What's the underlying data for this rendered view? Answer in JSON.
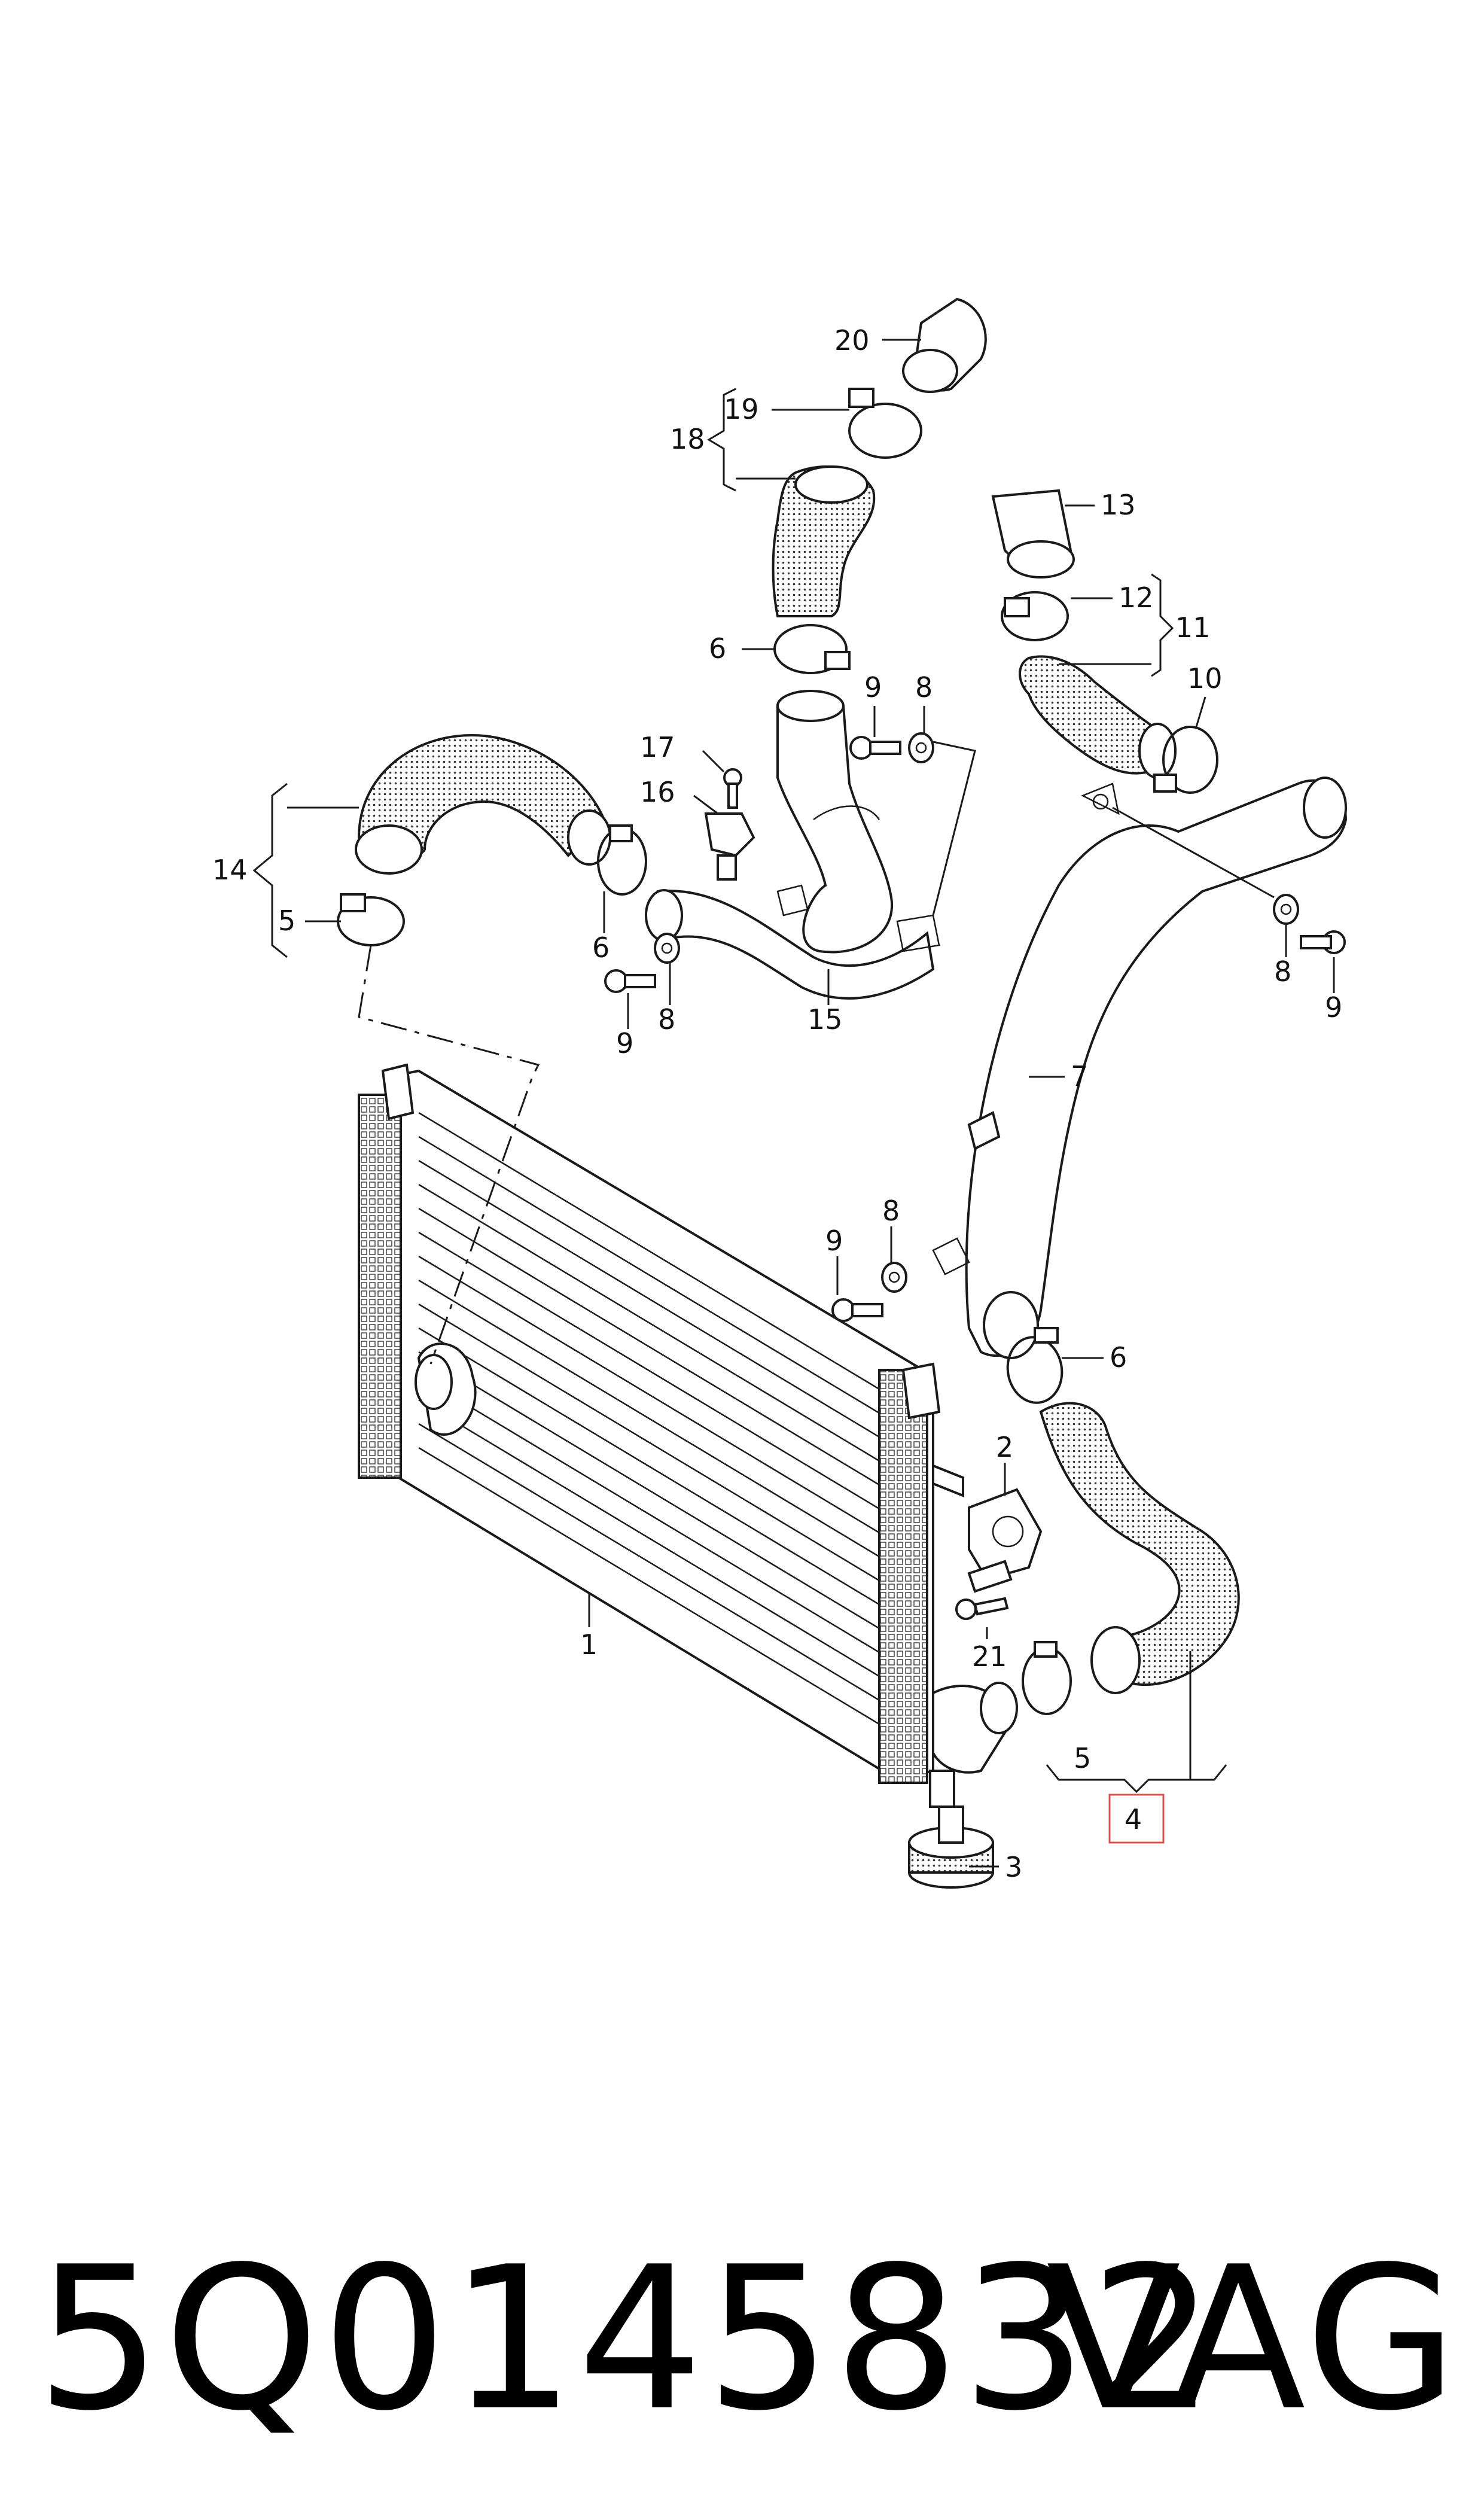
{
  "callouts": {
    "c1": "1",
    "c2": "2",
    "c3": "3",
    "c4": "4",
    "c5a": "5",
    "c5b": "5",
    "c6a": "6",
    "c6b": "6",
    "c6c": "6",
    "c7": "7",
    "c8a": "8",
    "c8b": "8",
    "c8c": "8",
    "c8d": "8",
    "c9a": "9",
    "c9b": "9",
    "c9c": "9",
    "c9d": "9",
    "c10": "10",
    "c11": "11",
    "c12": "12",
    "c13": "13",
    "c14": "14",
    "c15": "15",
    "c16": "16",
    "c17": "17",
    "c18": "18",
    "c19": "19",
    "c20": "20",
    "c21": "21"
  },
  "highlight_color": "#d9534f",
  "footer": {
    "part_number": "5Q0145832",
    "brand": "VAG"
  }
}
